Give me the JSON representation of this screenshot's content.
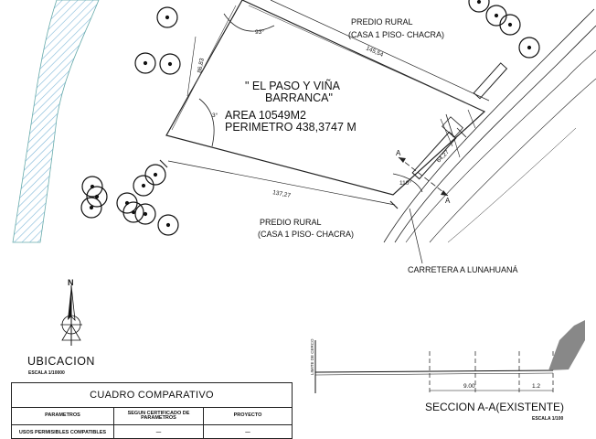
{
  "plan": {
    "title_line1": "\" EL PASO Y VIÑA",
    "title_line2": "BARRANCA\"",
    "area": "AREA 10549M2",
    "perimeter": "PERIMETRO 438,3747 M",
    "neighbor_top_1": "PREDIO RURAL",
    "neighbor_top_2": "(CASA 1 PISO- CHACRA)",
    "neighbor_bottom_1": "PREDIO RURAL",
    "neighbor_bottom_2": "(CASA 1 PISO- CHACRA)",
    "road": "CARRETERA A LUNAHUANÁ",
    "dim_top": "145,54",
    "dim_left": "86,83",
    "dim_bottom": "137,27",
    "dim_right": "64,27",
    "angle_top": "93°",
    "angle_left": "3°",
    "angle_right": "110°",
    "section_mark_a1": "A",
    "section_mark_a2": "A",
    "north": "N"
  },
  "ubicacion": {
    "title": "UBICACION",
    "scale": "ESCALA 1/10000"
  },
  "cuadro": {
    "title": "CUADRO COMPARATIVO",
    "headers": [
      "PARAMETROS",
      "SEGUN CERTIFICADO DE PARAMETROS",
      "PROYECTO"
    ],
    "row1": [
      "USOS PERMISIBLES COMPATIBLES",
      "—",
      "—"
    ]
  },
  "seccion": {
    "title": "SECCION A-A(EXISTENTE)",
    "scale": "ESCALA 1/100",
    "limit_label": "LIMITE DE CERCO",
    "dim1": "9.00",
    "dim2": "1.2"
  }
}
